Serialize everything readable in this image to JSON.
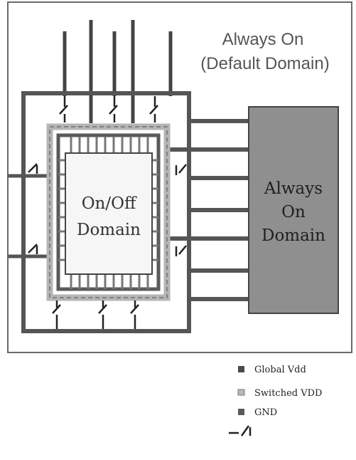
{
  "title": {
    "line1": "Always On",
    "line2": "(Default Domain)"
  },
  "onoff_domain": {
    "line1": "On/Off",
    "line2": "Domain"
  },
  "always_on_domain": {
    "line1": "Always",
    "line2": "On",
    "line3": "Domain"
  },
  "legend": {
    "global_vdd": "Global Vdd",
    "switched_vdd": "Switched VDD",
    "gnd": "GND",
    "switch_label": "",
    "watermark": ""
  },
  "colors": {
    "global_vdd": "#4a4a4a",
    "switched_vdd": "#b8b8b8",
    "gnd": "#5a5a5a",
    "domain_fill": "#8f8f8f"
  },
  "icons": {
    "switch": "power-switch-icon"
  }
}
